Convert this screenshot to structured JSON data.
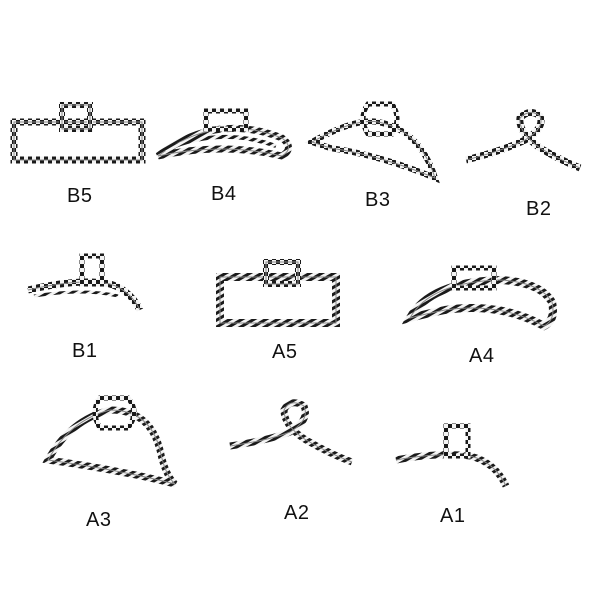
{
  "colors": {
    "stripe_dark": "#1a1a1a",
    "stripe_light": "#f4f4f4",
    "metal": "#c9c9c9"
  },
  "items": [
    {
      "id": "b5",
      "label": "B5",
      "shape": "rectangle-clip-icon"
    },
    {
      "id": "b4",
      "label": "B4",
      "shape": "arched-claw-clip-icon"
    },
    {
      "id": "b3",
      "label": "B3",
      "shape": "arc-claw-clip-icon"
    },
    {
      "id": "b2",
      "label": "B2",
      "shape": "loop-clip-icon"
    },
    {
      "id": "b1",
      "label": "B1",
      "shape": "bar-claw-clip-icon"
    },
    {
      "id": "a5",
      "label": "A5",
      "shape": "rectangle-clip-icon"
    },
    {
      "id": "a4",
      "label": "A4",
      "shape": "arched-claw-clip-icon"
    },
    {
      "id": "a3",
      "label": "A3",
      "shape": "arc-claw-clip-icon"
    },
    {
      "id": "a2",
      "label": "A2",
      "shape": "loop-clip-icon"
    },
    {
      "id": "a1",
      "label": "A1",
      "shape": "bar-claw-clip-icon"
    }
  ]
}
